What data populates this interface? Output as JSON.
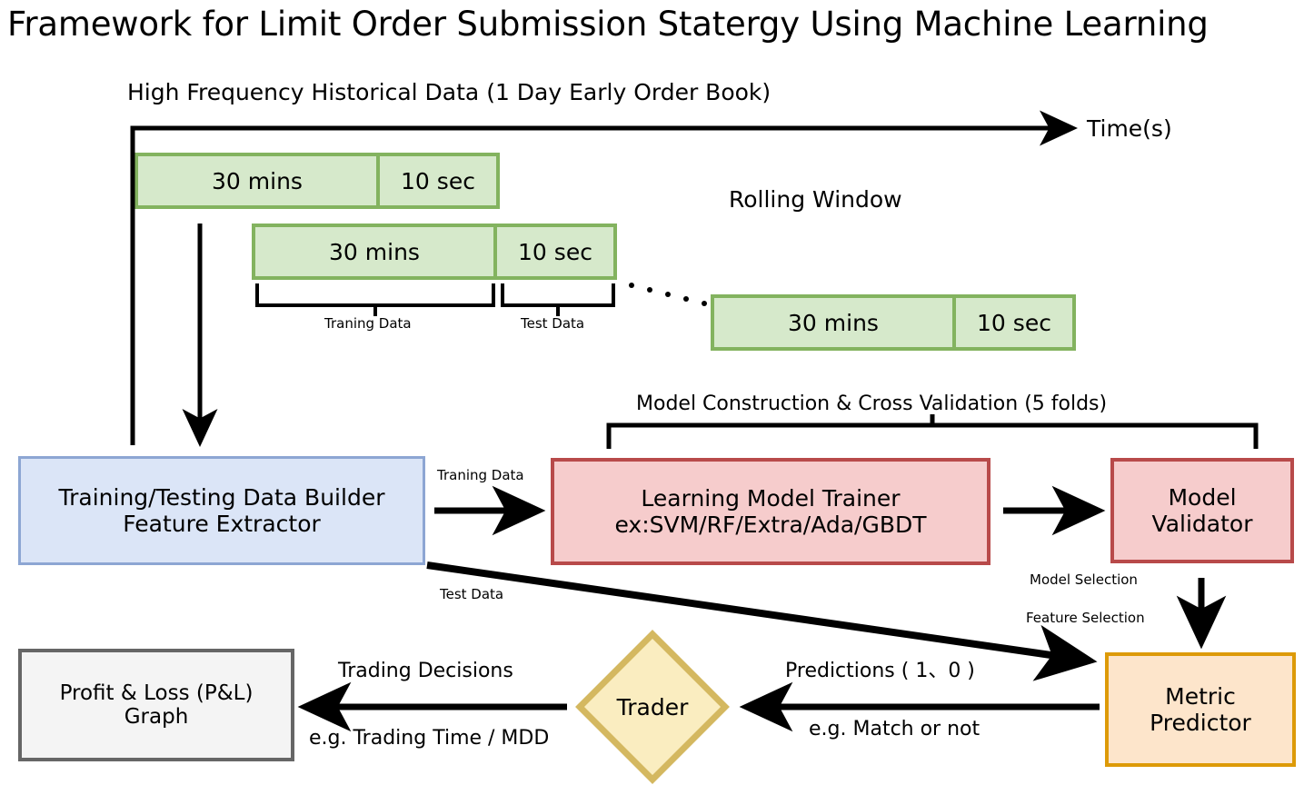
{
  "title": "Framework for Limit Order Submission Statergy Using Machine Learning",
  "timeline": {
    "data_source_label": "High Frequency Historical Data (1 Day Early Order Book)",
    "axis_label": "Time(s)",
    "rolling_window_label": "Rolling Window",
    "windows": [
      {
        "train_label": "30 mins",
        "test_label": "10 sec"
      },
      {
        "train_label": "30 mins",
        "test_label": "10 sec"
      },
      {
        "train_label": "30 mins",
        "test_label": "10 sec"
      }
    ],
    "brace_labels": {
      "training": "Traning Data",
      "test": "Test Data"
    },
    "ellipsis_dots": 5
  },
  "flow": {
    "bracket_label": "Model Construction & Cross Validation (5 folds)",
    "boxes": {
      "builder": {
        "line1": "Training/Testing Data Builder",
        "line2": "Feature Extractor"
      },
      "trainer": {
        "line1": "Learning Model Trainer",
        "line2": "ex:SVM/RF/Extra/Ada/GBDT"
      },
      "validator": {
        "line1": "Model",
        "line2": "Validator"
      },
      "metric": {
        "line1": "Metric",
        "line2": "Predictor"
      },
      "trader": {
        "label": "Trader"
      },
      "pnl": {
        "line1": "Profit & Loss (P&L)",
        "line2": "Graph"
      }
    },
    "edge_labels": {
      "training_data": "Traning Data",
      "test_data": "Test Data",
      "model_selection": "Model Selection",
      "feature_selection": "Feature Selection",
      "predictions": "Predictions ( 1、0 )",
      "match_or_not": "e.g. Match or not",
      "trading_decisions": "Trading Decisions",
      "trading_time_mdd": "e.g. Trading Time / MDD"
    }
  },
  "colors": {
    "green_fill": "#d6e9cb",
    "green_border": "#83b35f",
    "blue_fill": "#dbe5f7",
    "blue_border": "#8da6d3",
    "red_fill": "#f6cccc",
    "red_border": "#b84a4a",
    "orange_fill": "#fde5cb",
    "orange_border": "#dd9a08",
    "yellow_fill": "#faedc0",
    "yellow_border": "#d4b860",
    "gray_fill": "#f4f4f4",
    "gray_border": "#666666",
    "stroke": "#000000"
  }
}
